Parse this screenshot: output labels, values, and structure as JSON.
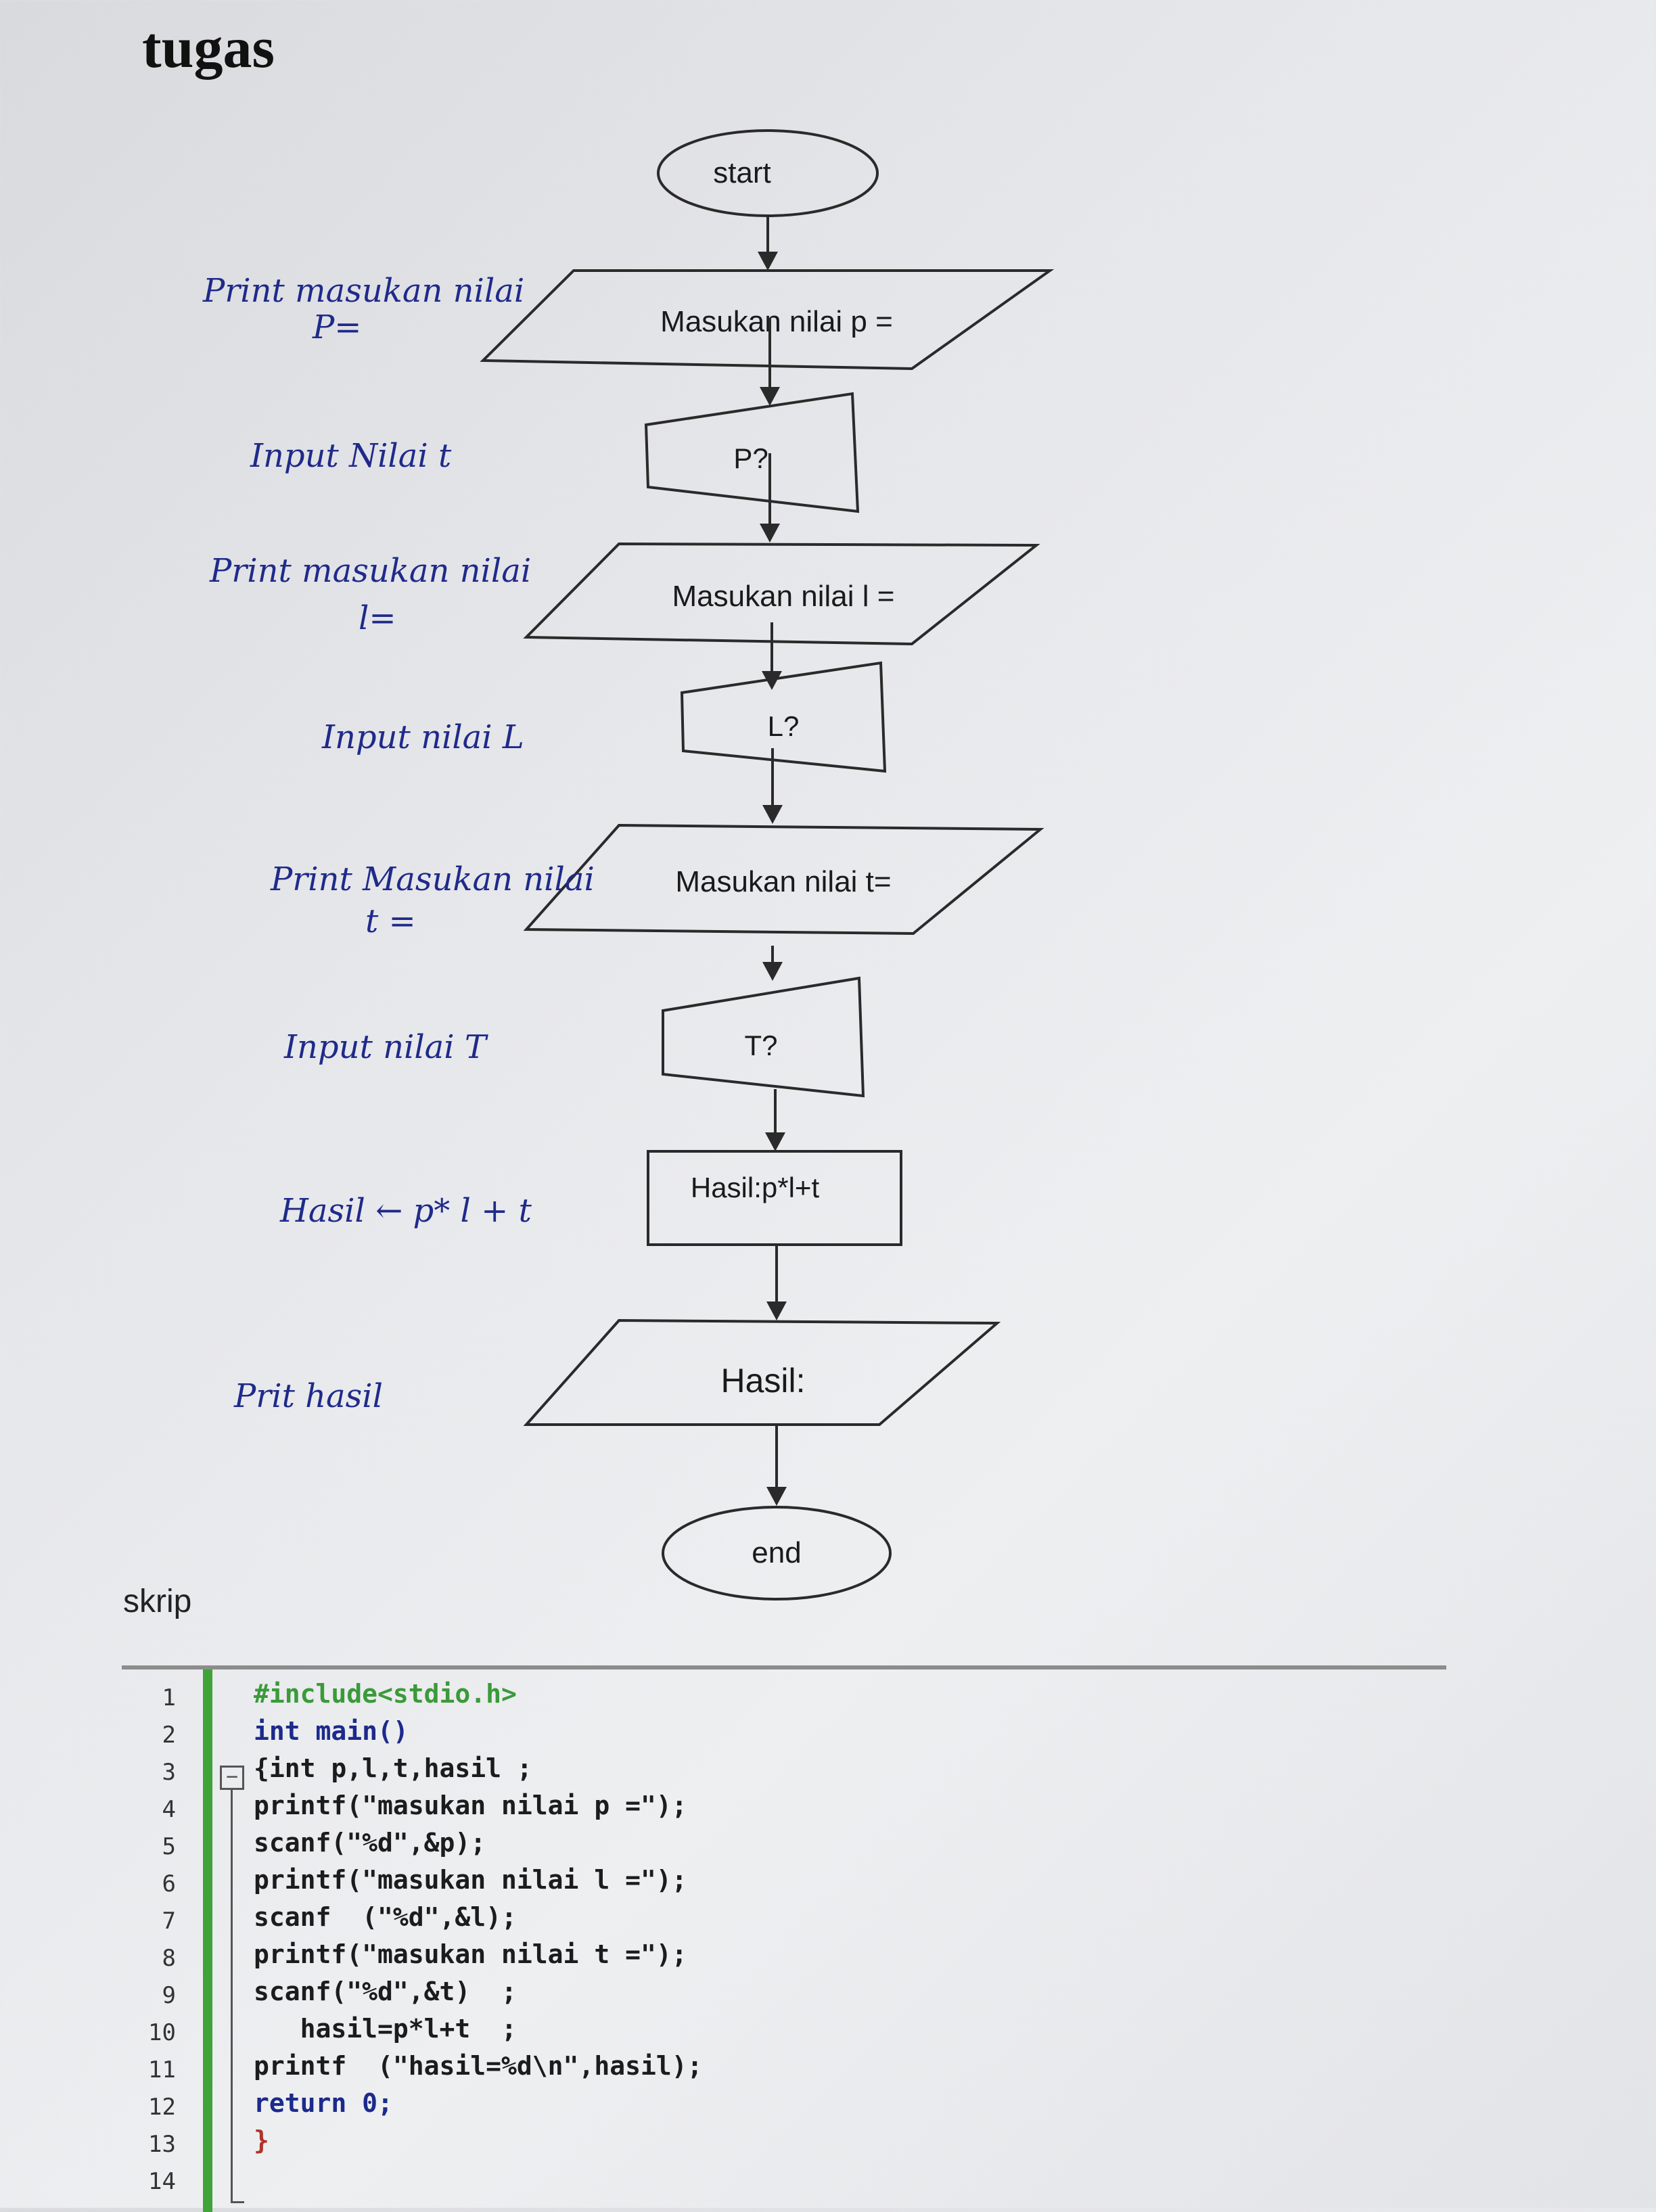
{
  "title": "tugas",
  "flowchart": {
    "start_label": "start",
    "end_label": "end",
    "shapes": [
      {
        "text": "Masukan nilai p ="
      },
      {
        "text": "P?"
      },
      {
        "text": "Masukan nilai l ="
      },
      {
        "text": "L?"
      },
      {
        "text": "Masukan nilai t="
      },
      {
        "text": "T?"
      },
      {
        "text": "Hasil:p*l+t"
      },
      {
        "text": "Hasil:"
      }
    ],
    "notes": [
      "Print masukan nilai",
      "P=",
      "Input Nilai t",
      "Print masukan nilai",
      "l=",
      "Input nilai L",
      "Print Masukan nilai",
      "t =",
      "Input nilai T",
      "Hasil ← p* l + t",
      "Prit hasil"
    ]
  },
  "skrip_label": "skrip",
  "code": {
    "line_numbers": [
      "1",
      "2",
      "3",
      "4",
      "5",
      "6",
      "7",
      "8",
      "9",
      "10",
      "11",
      "12",
      "13",
      "14"
    ],
    "lines": [
      "#include<stdio.h>",
      "int main()",
      "{int p,l,t,hasil ;",
      "printf(\"masukan nilai p =\");",
      "scanf(\"%d\",&p);",
      "printf(\"masukan nilai l =\");",
      "scanf  (\"%d\",&l);",
      "printf(\"masukan nilai t =\");",
      "scanf(\"%d\",&t)  ;",
      "   hasil=p*l+t  ;",
      "printf  (\"hasil=%d\\n\",hasil);",
      "return 0;",
      "}",
      ""
    ],
    "colors": {
      "preprocessor": "#3a9a3a",
      "keyword": "#1c2a8c",
      "string": "#b0332a",
      "gutter_bar": "#3fa33a"
    }
  }
}
